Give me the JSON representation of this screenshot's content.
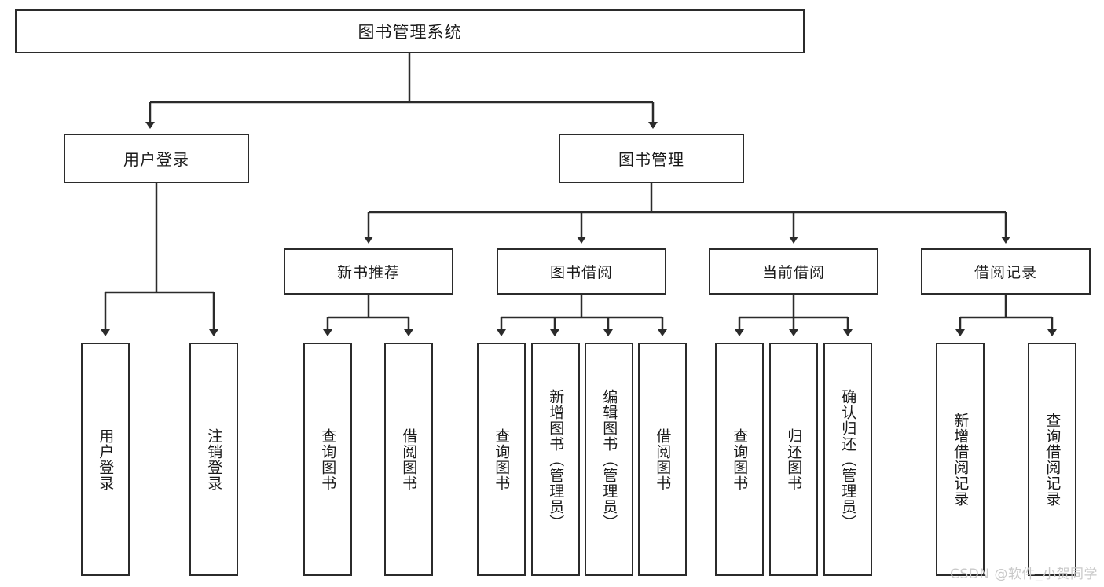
{
  "diagram": {
    "title": "图书管理系统",
    "type": "hierarchy-tree",
    "orientation": "top-down",
    "style": {
      "box_fill": "#ffffff",
      "box_border": "#2b2b2b",
      "edge_color": "#2b2b2b",
      "text_color": "#1a1a1a",
      "background": "#ffffff"
    }
  },
  "nodes": {
    "root": {
      "label": "图书管理系统"
    },
    "level2": [
      {
        "id": "user-login",
        "label": "用户登录"
      },
      {
        "id": "book-manage",
        "label": "图书管理"
      }
    ],
    "level3": [
      {
        "id": "new-book-recommend",
        "label": "新书推荐"
      },
      {
        "id": "book-borrow",
        "label": "图书借阅"
      },
      {
        "id": "current-borrow",
        "label": "当前借阅"
      },
      {
        "id": "borrow-record",
        "label": "借阅记录"
      }
    ],
    "leaves": {
      "user_login": [
        {
          "id": "leaf-user-login",
          "label": "用户登录"
        },
        {
          "id": "leaf-logout-login",
          "label": "注销登录"
        }
      ],
      "new_book_recommend": [
        {
          "id": "leaf-query-book-1",
          "label": "查询图书"
        },
        {
          "id": "leaf-borrow-book-1",
          "label": "借阅图书"
        }
      ],
      "book_borrow": [
        {
          "id": "leaf-query-book-2",
          "label": "查询图书"
        },
        {
          "id": "leaf-add-book-admin",
          "label": "新增图书（管理员）"
        },
        {
          "id": "leaf-edit-book-admin",
          "label": "编辑图书（管理员）"
        },
        {
          "id": "leaf-borrow-book-2",
          "label": "借阅图书"
        }
      ],
      "current_borrow": [
        {
          "id": "leaf-query-book-3",
          "label": "查询图书"
        },
        {
          "id": "leaf-return-book",
          "label": "归还图书"
        },
        {
          "id": "leaf-confirm-return-admin",
          "label": "确认归还（管理员）"
        }
      ],
      "borrow_record": [
        {
          "id": "leaf-add-borrow-record",
          "label": "新增借阅记录"
        },
        {
          "id": "leaf-query-borrow-record",
          "label": "查询借阅记录"
        }
      ]
    }
  },
  "watermark": {
    "text": "CSDN @软件_小贺同学",
    "color": "#c9c9c9"
  }
}
